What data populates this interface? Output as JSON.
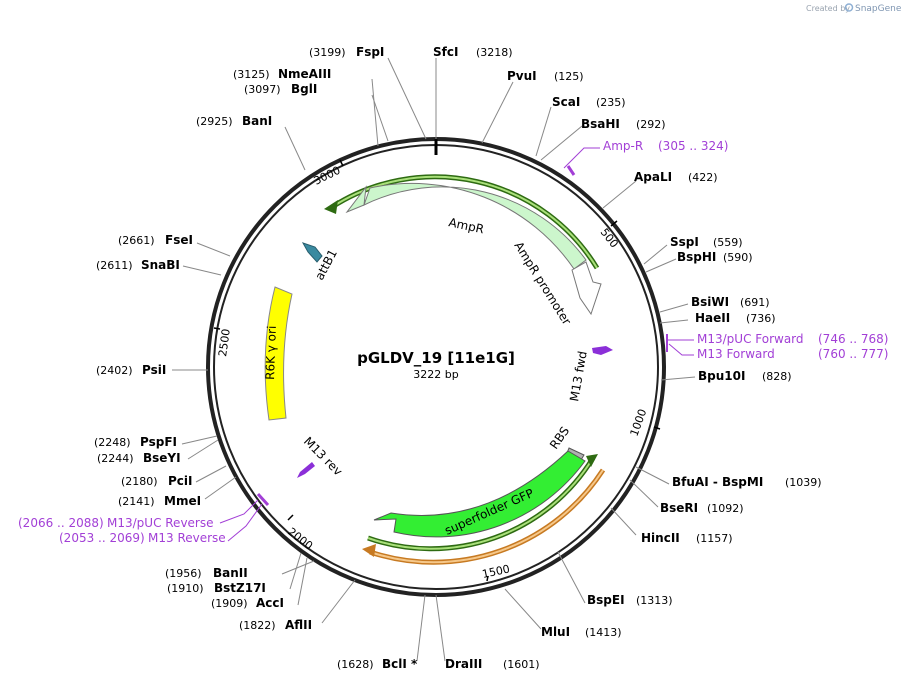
{
  "plasmid": {
    "name": "pGLDV_19 [11e1G]",
    "length": "3222 bp"
  },
  "credit": {
    "prefix": "Created by",
    "brand": "SnapGene"
  },
  "ticks": [
    "500",
    "1000",
    "1500",
    "2000",
    "2500",
    "3000"
  ],
  "sites": [
    {
      "name": "SfcI",
      "pos": "(3218)"
    },
    {
      "name": "FspI",
      "pos": "(3199)"
    },
    {
      "name": "PvuI",
      "pos": "(125)"
    },
    {
      "name": "NmeAIII",
      "pos": "(3125)"
    },
    {
      "name": "BglI",
      "pos": "(3097)"
    },
    {
      "name": "ScaI",
      "pos": "(235)"
    },
    {
      "name": "BanI",
      "pos": "(2925)"
    },
    {
      "name": "BsaHI",
      "pos": "(292)"
    },
    {
      "name": "ApaLI",
      "pos": "(422)"
    },
    {
      "name": "FseI",
      "pos": "(2661)"
    },
    {
      "name": "SspI",
      "pos": "(559)"
    },
    {
      "name": "SnaBI",
      "pos": "(2611)"
    },
    {
      "name": "BspHI",
      "pos": "(590)"
    },
    {
      "name": "BsiWI",
      "pos": "(691)"
    },
    {
      "name": "HaeII",
      "pos": "(736)"
    },
    {
      "name": "PsiI",
      "pos": "(2402)"
    },
    {
      "name": "Bpu10I",
      "pos": "(828)"
    },
    {
      "name": "PspFI",
      "pos": "(2248)"
    },
    {
      "name": "BseYI",
      "pos": "(2244)"
    },
    {
      "name": "PciI",
      "pos": "(2180)"
    },
    {
      "name": "BfuAI - BspMI",
      "pos": "(1039)"
    },
    {
      "name": "MmeI",
      "pos": "(2141)"
    },
    {
      "name": "BseRI",
      "pos": "(1092)"
    },
    {
      "name": "HincII",
      "pos": "(1157)"
    },
    {
      "name": "BanII",
      "pos": "(1956)"
    },
    {
      "name": "BstZ17I",
      "pos": "(1910)"
    },
    {
      "name": "AccI",
      "pos": "(1909)"
    },
    {
      "name": "BspEI",
      "pos": "(1313)"
    },
    {
      "name": "AflII",
      "pos": "(1822)"
    },
    {
      "name": "MluI",
      "pos": "(1413)"
    },
    {
      "name": "BclI *",
      "pos": "(1628)"
    },
    {
      "name": "DraIII",
      "pos": "(1601)"
    }
  ],
  "primers": [
    {
      "name": "Amp-R",
      "range": "(305 .. 324)"
    },
    {
      "name": "M13/pUC Forward",
      "range": "(746 .. 768)"
    },
    {
      "name": "M13 Forward",
      "range": "(760 .. 777)"
    },
    {
      "name": "M13/pUC Reverse",
      "range": "(2066 .. 2088)"
    },
    {
      "name": "M13 Reverse",
      "range": "(2053 .. 2069)"
    }
  ],
  "features": [
    {
      "name": "AmpR",
      "color": "#ccf6cc"
    },
    {
      "name": "AmpR promoter",
      "color": "#ffffff"
    },
    {
      "name": "attB1",
      "color": "#3a8aa0"
    },
    {
      "name": "R6K γ ori",
      "color": "#ffff00"
    },
    {
      "name": "M13 fwd",
      "color": "#8b2fd8"
    },
    {
      "name": "M13 rev",
      "color": "#8b2fd8"
    },
    {
      "name": "RBS",
      "color": "#b0b0b0"
    },
    {
      "name": "superfolder GFP",
      "color": "#33ee33"
    }
  ],
  "colors": {
    "primer": "#a23fd6",
    "backbone": "#222222",
    "orf_green": "#5aa12a",
    "orf_orange": "#e59a3a"
  }
}
